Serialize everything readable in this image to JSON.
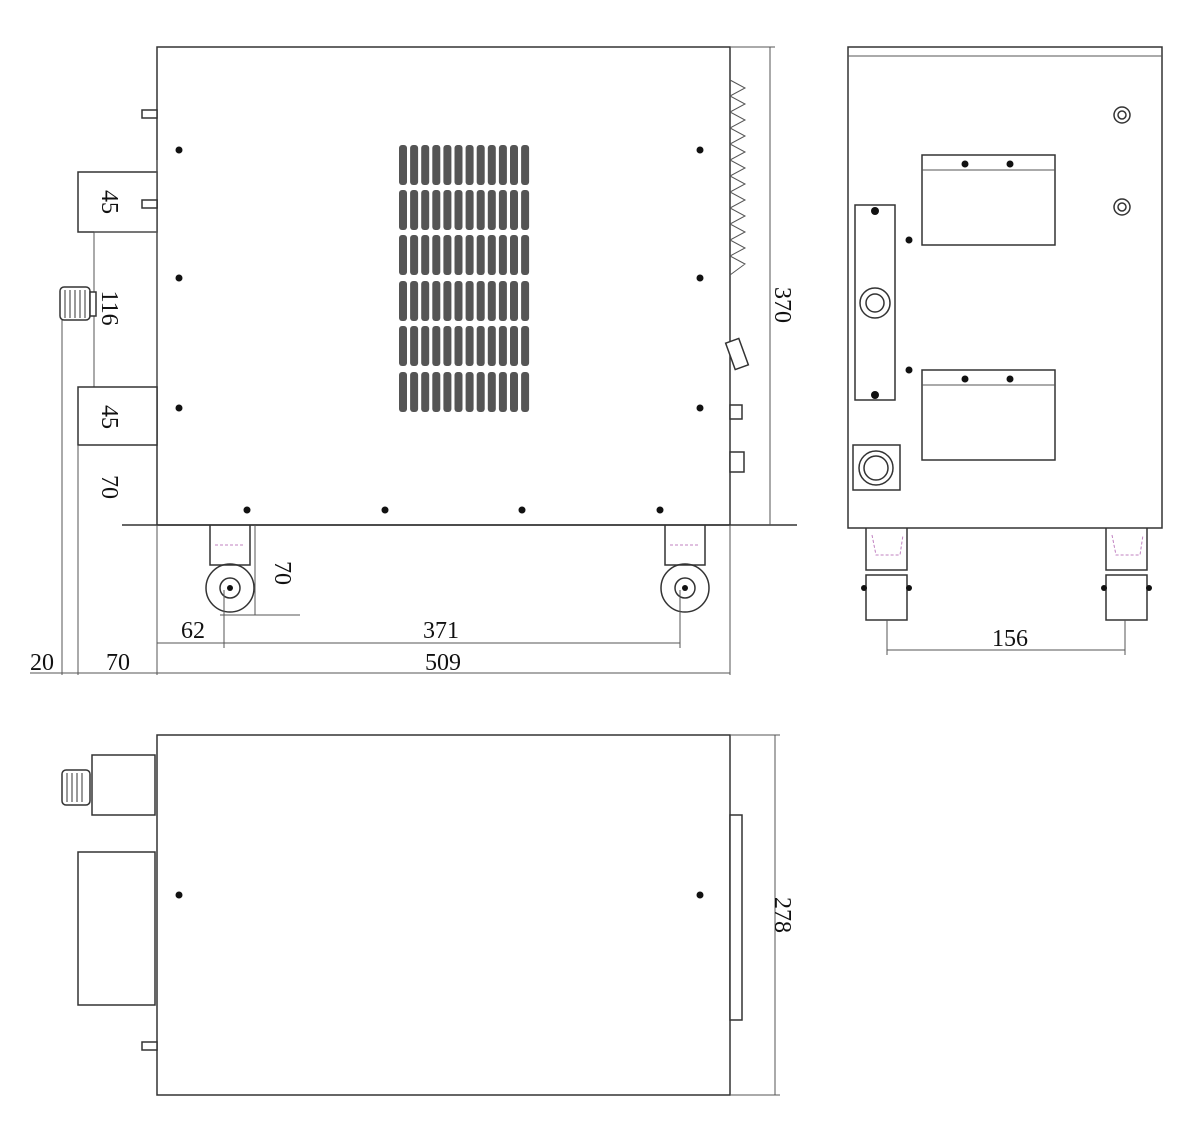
{
  "front_view": {
    "height": "370",
    "left_box_top": "45",
    "left_middle": "116",
    "left_box_bottom": "45",
    "left_bottom_gap": "70",
    "caster_height": "70",
    "caster_offset": "62",
    "caster_spacing": "371",
    "knob_offset": "20",
    "box_depth": "70",
    "width": "509"
  },
  "side_view": {
    "caster_spacing": "156"
  },
  "top_view": {
    "depth": "278"
  }
}
